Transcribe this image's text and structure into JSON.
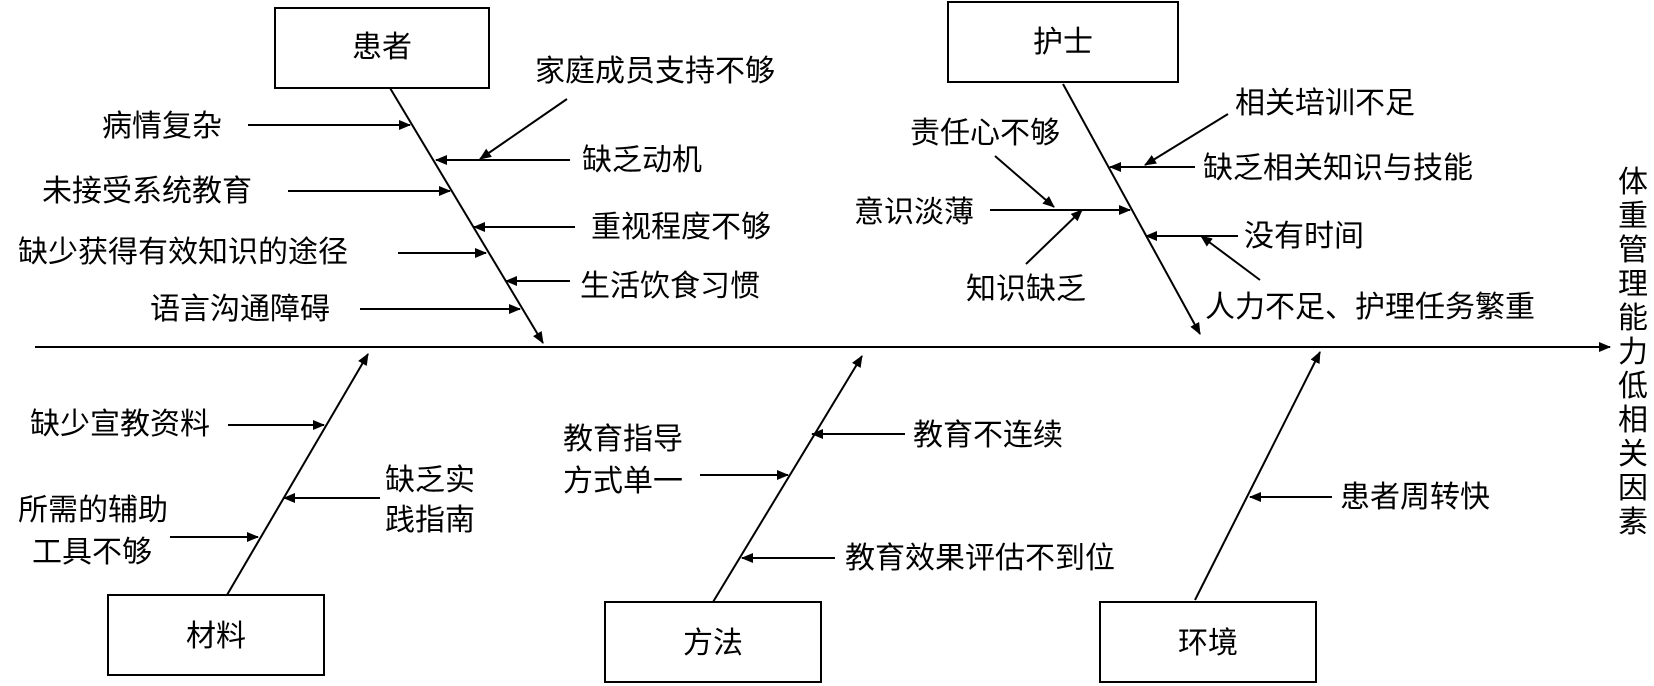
{
  "categories": {
    "patient": "患者",
    "nurse": "护士",
    "material": "材料",
    "method": "方法",
    "environment": "环境"
  },
  "effect": [
    "体",
    "重",
    "管",
    "理",
    "能",
    "力",
    "低",
    "相",
    "关",
    "因",
    "素"
  ],
  "patient_causes": {
    "c1": "病情复杂",
    "c2": "未接受系统教育",
    "c3": "缺少获得有效知识的途径",
    "c4": "语言沟通障碍",
    "c5": "家庭成员支持不够",
    "c6": "缺乏动机",
    "c7": "重视程度不够",
    "c8": "生活饮食习惯"
  },
  "nurse_causes": {
    "c1": "责任心不够",
    "c2": "意识淡薄",
    "c3": "知识缺乏",
    "c4": "相关培训不足",
    "c5": "缺乏相关知识与技能",
    "c6": "没有时间",
    "c7": "人力不足、护理任务繁重"
  },
  "material_causes": {
    "c1": "缺少宣教资料",
    "c2a": "所需的辅助",
    "c2b": "工具不够",
    "c3a": "缺乏实",
    "c3b": "践指南"
  },
  "method_causes": {
    "c1a": "教育指导",
    "c1b": "方式单一",
    "c2": "教育不连续",
    "c3": "教育效果评估不到位"
  },
  "environment_causes": {
    "c1": "患者周转快"
  }
}
